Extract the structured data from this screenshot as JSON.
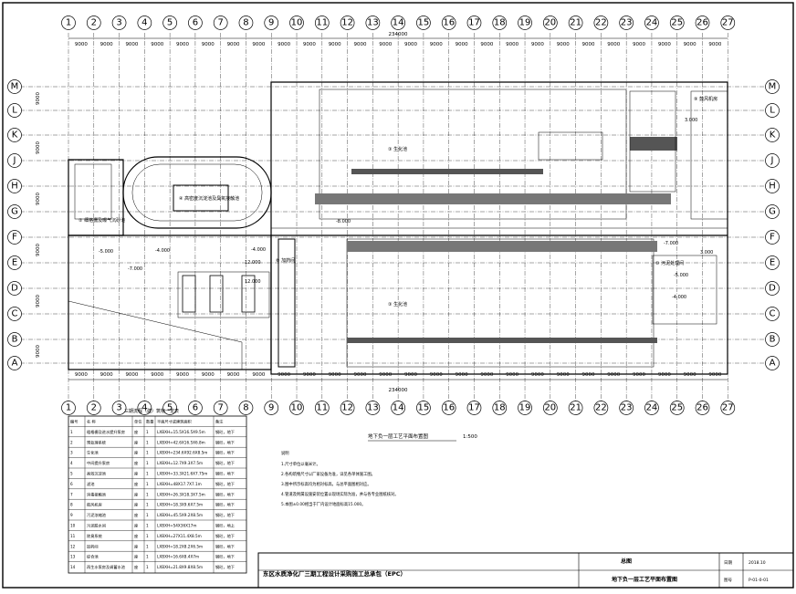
{
  "drawing": {
    "total_dimension": "234000",
    "bay_dimension": "9000",
    "column_axes": [
      "1",
      "2",
      "3",
      "4",
      "5",
      "6",
      "7",
      "8",
      "9",
      "10",
      "11",
      "12",
      "13",
      "14",
      "15",
      "16",
      "17",
      "18",
      "19",
      "20",
      "21",
      "22",
      "23",
      "24",
      "25",
      "26",
      "27"
    ],
    "row_axes": [
      "M",
      "L",
      "K",
      "J",
      "H",
      "G",
      "F",
      "E",
      "D",
      "C",
      "B",
      "A"
    ],
    "row_dims_left": [
      "9000",
      "9000",
      "9000",
      "9000",
      "9000",
      "9000"
    ],
    "elevations": [
      "3.000",
      "-8.000",
      "-4.000",
      "-4.000",
      "-7.000",
      "12.000",
      "12.000",
      "-7.000",
      "-5.000",
      "-4.000",
      "3.000",
      "-5.000"
    ],
    "zone_labels": [
      "③ 生化池",
      "③ 生化池",
      "④ 高密度沉淀池及臭氧接触池",
      "② 细格栅及曝气沉砂池",
      "⑥ 加药间",
      "⑨ 鼓风机房",
      "⑩ 污泥处理间"
    ]
  },
  "plan_title": "地下负一层工艺平面布置图",
  "plan_scale": "1:500",
  "notes": {
    "heading": "说明",
    "items": [
      "1.尺寸单位以毫米计。",
      "2.各构筑物尺寸以厂家设备为准，详见各单体施工图。",
      "3.图中所示标高均为相对标高，与总平面图相对应。",
      "4.管道及附属设施安装位置以现场实际为准，并与各专业图纸核对。",
      "5.本图±0.00相当于厂内设计地面标高15.000。"
    ]
  },
  "legend_table": {
    "title": "三期流程（建）筑物一览表",
    "headers": [
      "编号",
      "名 称",
      "单位",
      "数量",
      "平面尺寸或建筑面积",
      "备注"
    ],
    "rows": [
      [
        "1",
        "粗格栅及进水提升泵房",
        "座",
        "1",
        "LXBXH=15.5X16.5X9.5m",
        "钢砼，地下"
      ],
      [
        "2",
        "预处理系统",
        "座",
        "1",
        "LXBXH=42.6X16.5X6.8m",
        "钢砼，地下"
      ],
      [
        "3",
        "生化池",
        "座",
        "1",
        "LXBXH=234.6X92.6X8.5m",
        "钢砼，地下"
      ],
      [
        "4",
        "中间提升泵房",
        "座",
        "1",
        "LXBXH=12.7X9.3X7.5m",
        "钢砼，地下"
      ],
      [
        "5",
        "高效沉淀池",
        "座",
        "1",
        "LXBXH=33.3X21.6X7.75m",
        "钢砼，地下"
      ],
      [
        "6",
        "滤池",
        "座",
        "1",
        "LXBXH=48X17.7X7.1m",
        "钢砼，地下"
      ],
      [
        "7",
        "消毒接触池",
        "座",
        "1",
        "LXBXH=26.3X18.3X7.5m",
        "钢砼，地下"
      ],
      [
        "8",
        "鼓风机房",
        "座",
        "1",
        "LXBXH=18.3X9.6X7.5m",
        "钢砼，地下"
      ],
      [
        "9",
        "污泥浓缩池",
        "座",
        "1",
        "LXBXH=45.5X9.2X8.5m",
        "钢砼，地下"
      ],
      [
        "10",
        "污泥脱水间",
        "座",
        "1",
        "LXBXH=54X36X17m",
        "钢砼，地上"
      ],
      [
        "11",
        "除臭系统",
        "座",
        "1",
        "LXBXH=27X11.4X8.5m",
        "钢砼，地下"
      ],
      [
        "12",
        "加药间",
        "座",
        "1",
        "LXBXH=18.2X8.2X6.5m",
        "钢砼，地下"
      ],
      [
        "13",
        "综合池",
        "座",
        "1",
        "LXBXH=16.6X8.4X7m",
        "钢砼，地下"
      ],
      [
        "14",
        "再生水泵房及调蓄水池",
        "座",
        "1",
        "LXBXH=21.8X9.8X8.5m",
        "钢砼，地下"
      ]
    ]
  },
  "title_block": {
    "project": "东区水质净化厂三期工程设计采购施工总承包（EPC）",
    "section": "总图",
    "drawing_name": "地下负一层工艺平面布置图",
    "label_date": "日期",
    "date": "2018.10",
    "label_number": "图号",
    "number": "P-01-0-01"
  }
}
